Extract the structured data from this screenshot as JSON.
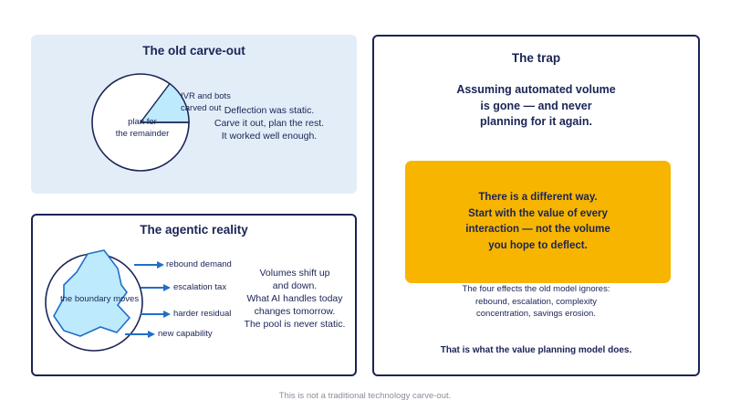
{
  "old_carveout": {
    "title": "The old carve-out",
    "slice_label_1": "IVR and bots",
    "slice_label_2": "carved out",
    "remainder_label_1": "plan for",
    "remainder_label_2": "the remainder",
    "body_lines": [
      "Deflection was static.",
      "Carve it out, plan the rest.",
      "It worked well enough."
    ],
    "colors": {
      "slice_fill": "#bdeafc",
      "slice_stroke": "#1a2456"
    }
  },
  "agentic": {
    "title": "The agentic reality",
    "blob_label": "the boundary moves",
    "arrows": [
      "rebound demand",
      "escalation tax",
      "harder residual",
      "new capability"
    ],
    "body_lines": [
      "Volumes shift up",
      "and down.",
      "What AI handles today",
      "changes tomorrow.",
      "The pool is never static."
    ],
    "colors": {
      "arrow": "#1f6fc7",
      "blob_fill": "#bdeafc",
      "blob_stroke": "#1f6fc7"
    }
  },
  "trap": {
    "title": "The trap",
    "headline_lines": [
      "Assuming automated volume",
      "is gone — and never",
      "planning for it again."
    ],
    "callout_lines": [
      "There is a different way.",
      "Start with the value of every",
      "interaction — not the volume",
      "you hope to deflect."
    ],
    "effects_lines": [
      "The four effects the old model ignores:",
      "rebound, escalation, complexity",
      "concentration, savings erosion."
    ],
    "closing": "That is what the value planning model does.",
    "colors": {
      "callout": "#f7b500",
      "border": "#1a2456"
    }
  },
  "footer": "This is not a traditional technology carve-out."
}
